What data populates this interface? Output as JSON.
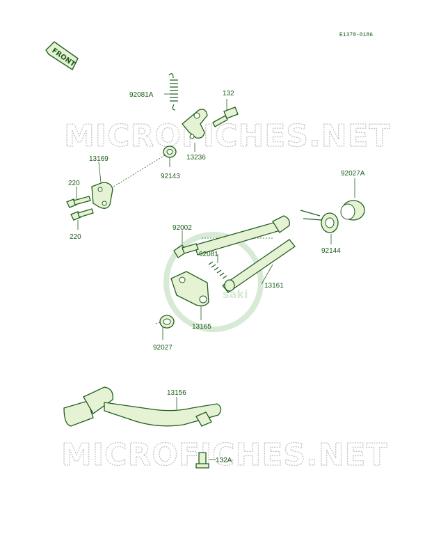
{
  "diagram_code": "E1370-0186",
  "front_label": "FRONT",
  "watermark_text": "MICROFICHES.NET",
  "logo_text": "saki",
  "parts": {
    "p92081A": "92081A",
    "p132": "132",
    "p13236": "13236",
    "p13169": "13169",
    "p92143": "92143",
    "p220a": "220",
    "p220b": "220",
    "p92027A": "92027A",
    "p92002": "92002",
    "p92081": "92081",
    "p92144": "92144",
    "p13161": "13161",
    "p13165": "13165",
    "p92027": "92027",
    "p13156": "13156",
    "p132A": "132A"
  },
  "colors": {
    "ink": "#1f5e1f",
    "fill": "#e6f2d4",
    "watermark": "#c4c4c4"
  }
}
